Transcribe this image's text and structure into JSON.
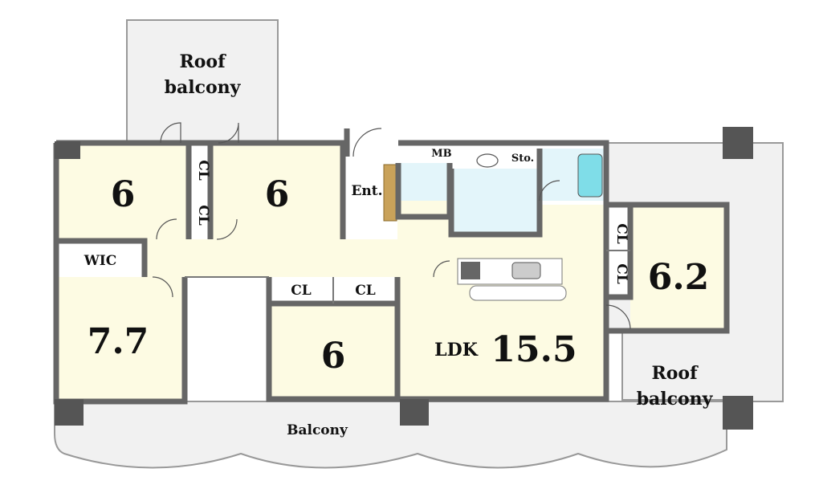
{
  "floor_plan": {
    "rooms": {
      "room_top_left": "6",
      "room_top_middle": "6",
      "room_left": "7.7",
      "room_bottom_middle": "6",
      "ldk_label": "LDK",
      "ldk_size": "15.5",
      "room_right": "6.2"
    },
    "labels": {
      "roof_balcony_top_line1": "Roof",
      "roof_balcony_top_line2": "balcony",
      "roof_balcony_right_line1": "Roof",
      "roof_balcony_right_line2": "balcony",
      "balcony": "Balcony",
      "entrance": "Ent.",
      "wic": "WIC",
      "mb": "MB",
      "storage": "Sto.",
      "closet": "CL"
    },
    "colors": {
      "room": "#fdfbe3",
      "wet_area": "#e3f5fa",
      "bathtub": "#7fdde8",
      "wall": "#666666",
      "balcony": "#f1f1f1",
      "entrance_step": "#c9a25a"
    }
  }
}
